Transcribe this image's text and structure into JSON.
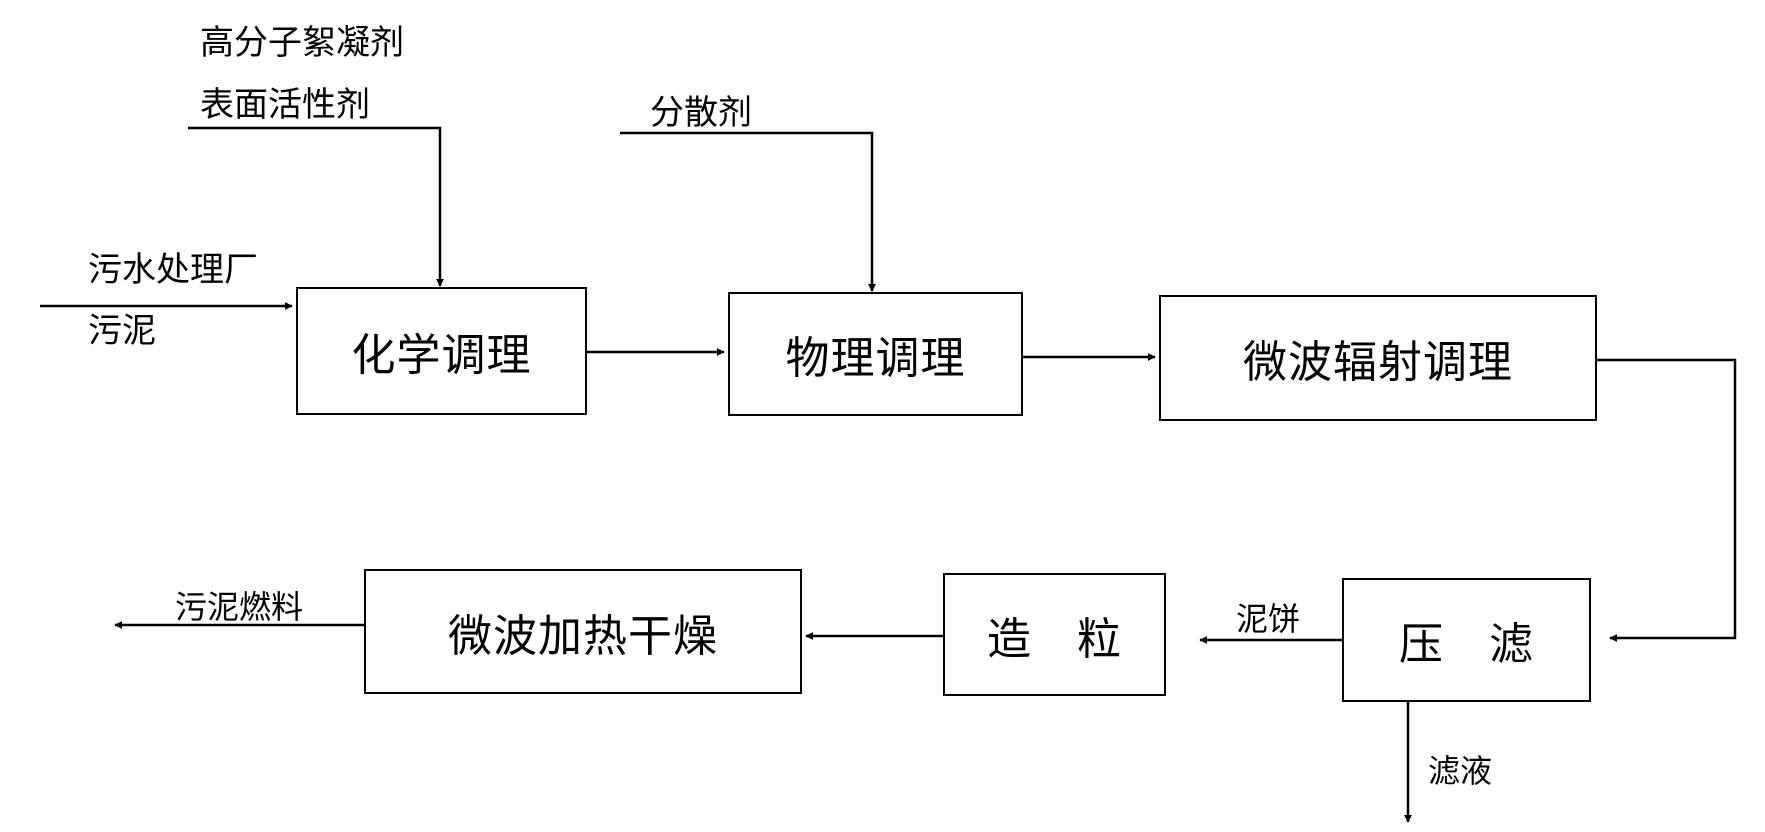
{
  "inputs": {
    "flocculant": "高分子絮凝剂",
    "surfactant": "表面活性剂",
    "dispersant": "分散剂",
    "sludge_source_line1": "污水处理厂",
    "sludge_source_line2": "污泥"
  },
  "steps": {
    "chemical": "化学调理",
    "physical": "物理调理",
    "microwave_radiation": "微波辐射调理",
    "filter_press": "压　滤",
    "granulation": "造　粒",
    "microwave_drying": "微波加热干燥"
  },
  "flows": {
    "mud_cake": "泥饼",
    "filtrate": "滤液",
    "sludge_fuel": "污泥燃料"
  }
}
